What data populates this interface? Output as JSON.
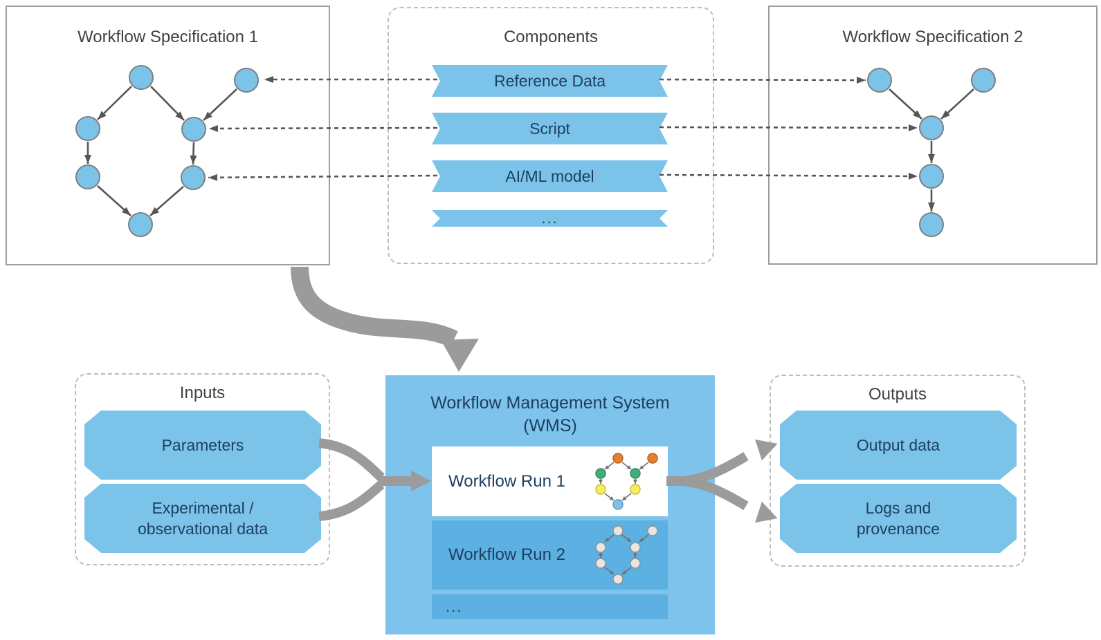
{
  "colors": {
    "accent_blue": "#7cc3ea",
    "wms_background": "#7dc3eb",
    "run_tile_blue": "#5cb0e2",
    "navy_text": "#1d3e5f",
    "gray_title_text": "#414142",
    "big_arrow_gray": "#9b9b9b",
    "dag_edge_gray": "#565656",
    "node_orange": "#e4802f",
    "node_green": "#41ae79",
    "node_yellow": "#f6ee55",
    "node_light_blue": "#84bfea",
    "node_gray": "#e9e6e2"
  },
  "spec1": {
    "title": "Workflow Specification 1"
  },
  "components": {
    "title": "Components",
    "items": [
      "Reference Data",
      "Script",
      "AI/ML model",
      "..."
    ]
  },
  "spec2": {
    "title": "Workflow Specification 2"
  },
  "inputs": {
    "title": "Inputs",
    "items": [
      "Parameters",
      "Experimental / observational data"
    ]
  },
  "wms": {
    "title_line1": "Workflow Management System",
    "title_line2": "(WMS)",
    "run1_label": "Workflow Run 1",
    "run2_label": "Workflow Run 2",
    "more_label": "..."
  },
  "outputs": {
    "title": "Outputs",
    "items": [
      "Output data",
      "Logs and provenance"
    ]
  }
}
